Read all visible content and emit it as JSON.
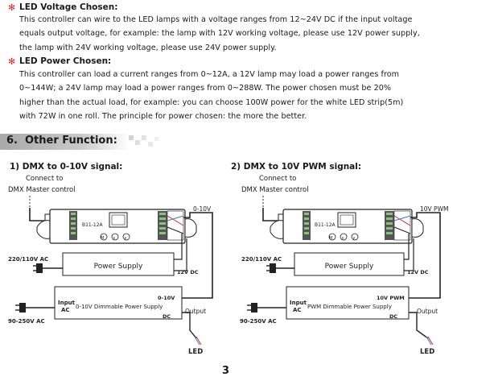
{
  "voltage": {
    "heading": "LED Voltage Chosen:",
    "lines": [
      "This controller can wire to the LED lamps with a voltage ranges from 12~24V DC if the input voltage",
      "equals output voltage, for example: the lamp with 12V working voltage, please use 12V power supply,",
      "the lamp with 24V working voltage, please use 24V power supply."
    ]
  },
  "power": {
    "heading": "LED Power Chosen:",
    "lines": [
      "This controller can load a current ranges from 0~12A, a 12V lamp may load a power ranges from",
      "0~144W; a 24V lamp may load a power ranges from 0~288W. The power chosen must be 20%",
      "higher than the actual load, for example: you can choose 100W power for the white LED strip(5m)",
      "with 72W in one roll. The principle for power chosen: the more the better."
    ]
  },
  "section": {
    "number": "6.",
    "title": "Other Function:"
  },
  "diagram1": {
    "title": "1) DMX to 0-10V signal:",
    "connect_line1": "Connect to",
    "connect_line2": "DMX Master control",
    "model": "B11-12A",
    "output_label": "0-10V",
    "ac_label": "220/110V AC",
    "supply_label": "Power Supply",
    "dc_label": "12V DC",
    "input_label1": "Input",
    "input_label2": "AC",
    "driver_label": "0-10V Dimmable Power Supply",
    "driver_top": "0-10V",
    "driver_dc": "DC",
    "output_text": "Output",
    "in_voltage": "90-250V AC",
    "led": "LED"
  },
  "diagram2": {
    "title": "2) DMX to 10V PWM signal:",
    "connect_line1": "Connect to",
    "connect_line2": "DMX Master control",
    "model": "B11-12A",
    "output_label": "10V PWM",
    "ac_label": "220/110V AC",
    "supply_label": "Power Supply",
    "dc_label": "12V DC",
    "input_label1": "Input",
    "input_label2": "AC",
    "driver_label": "PWM Dimmable Power Supply",
    "driver_top": "10V PWM",
    "driver_dc": "DC",
    "output_text": "Output",
    "in_voltage": "90-250V AC",
    "led": "LED"
  },
  "page_number": "3",
  "colors": {
    "accent": "#d9262b",
    "band": "#bdbdbd"
  }
}
